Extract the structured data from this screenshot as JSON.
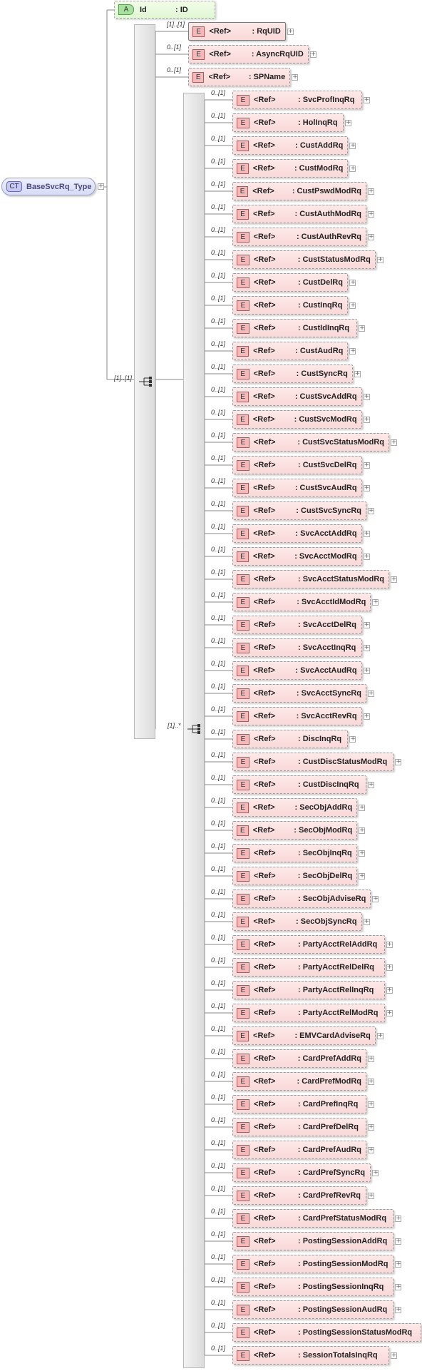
{
  "complex_type": {
    "badge": "CT",
    "name": "BaseSvcRq_Type"
  },
  "attribute": {
    "badge": "A",
    "name": "Id",
    "type": ": ID"
  },
  "sequence1": {
    "cardinality": "[1]..[1]",
    "children": [
      {
        "card": "[1]..[1]",
        "ref": "<Ref>",
        "name": ": RqUID",
        "required": true
      },
      {
        "card": "0..[1]",
        "ref": "<Ref>",
        "name": ": AsyncRqUID",
        "required": false
      },
      {
        "card": "0..[1]",
        "ref": "<Ref>",
        "name": ": SPName",
        "required": false
      }
    ]
  },
  "choice": {
    "cardinality": "[1]..*",
    "child_card": "0..[1]",
    "ref": "<Ref>",
    "names": [
      ": SvcProfInqRq",
      ": HolInqRq",
      ": CustAddRq",
      ": CustModRq",
      ": CustPswdModRq",
      ": CustAuthModRq",
      ": CustAuthRevRq",
      ": CustStatusModRq",
      ": CustDelRq",
      ": CustInqRq",
      ": CustIdInqRq",
      ": CustAudRq",
      ": CustSyncRq",
      ": CustSvcAddRq",
      ": CustSvcModRq",
      ": CustSvcStatusModRq",
      ": CustSvcDelRq",
      ": CustSvcAudRq",
      ": CustSvcSyncRq",
      ": SvcAcctAddRq",
      ": SvcAcctModRq",
      ": SvcAcctStatusModRq",
      ": SvcAcctIdModRq",
      ": SvcAcctDelRq",
      ": SvcAcctInqRq",
      ": SvcAcctAudRq",
      ": SvcAcctSyncRq",
      ": SvcAcctRevRq",
      ": DiscInqRq",
      ": CustDiscStatusModRq",
      ": CustDiscInqRq",
      ": SecObjAddRq",
      ": SecObjModRq",
      ": SecObjInqRq",
      ": SecObjDelRq",
      ": SecObjAdviseRq",
      ": SecObjSyncRq",
      ": PartyAcctRelAddRq",
      ": PartyAcctRelDelRq",
      ": PartyAcctRelInqRq",
      ": PartyAcctRelModRq",
      ": EMVCardAdviseRq",
      ": CardPrefAddRq",
      ": CardPrefModRq",
      ": CardPrefInqRq",
      ": CardPrefDelRq",
      ": CardPrefAudRq",
      ": CardPrefSyncRq",
      ": CardPrefRevRq",
      ": CardPrefStatusModRq",
      ": PostingSessionAddRq",
      ": PostingSessionModRq",
      ": PostingSessionInqRq",
      ": PostingSessionAudRq",
      ": PostingSessionStatusModRq",
      ": SessionTotalsInqRq"
    ]
  },
  "icons": {
    "elem": "E",
    "expand": "+"
  }
}
